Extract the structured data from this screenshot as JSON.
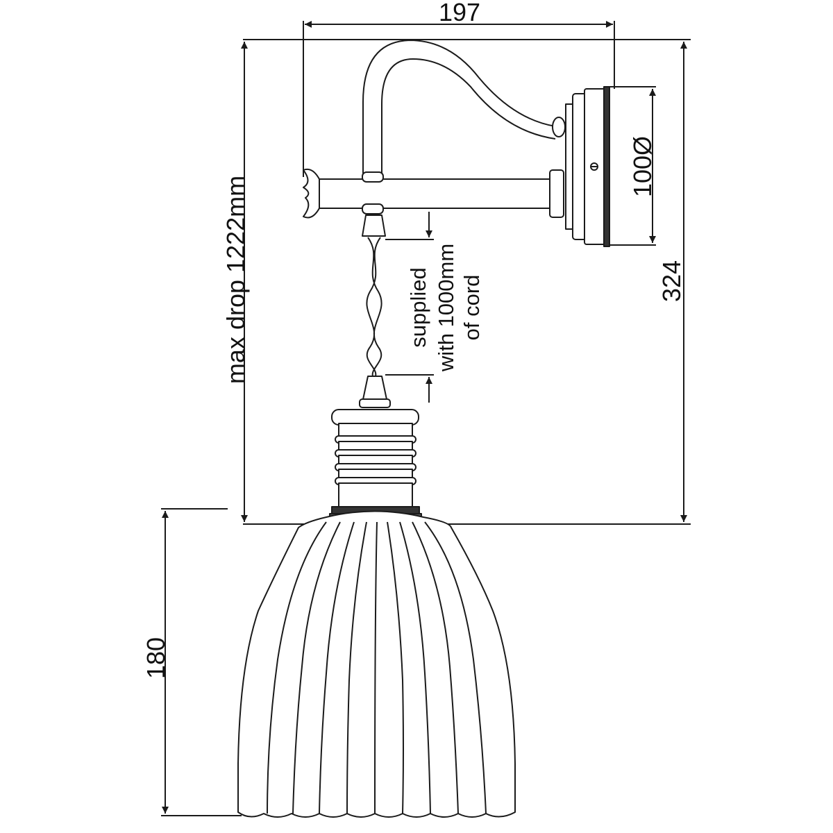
{
  "dimensions": {
    "width_top": "197",
    "height_right": "324",
    "plate_diameter": "100Ø",
    "shade_height": "180",
    "max_drop": "max drop 1222mm"
  },
  "cord_note": {
    "line1": "supplied",
    "line2": "with 1000mm",
    "line3": "of cord"
  },
  "colors": {
    "line": "#1a1a1a",
    "background": "#ffffff"
  }
}
